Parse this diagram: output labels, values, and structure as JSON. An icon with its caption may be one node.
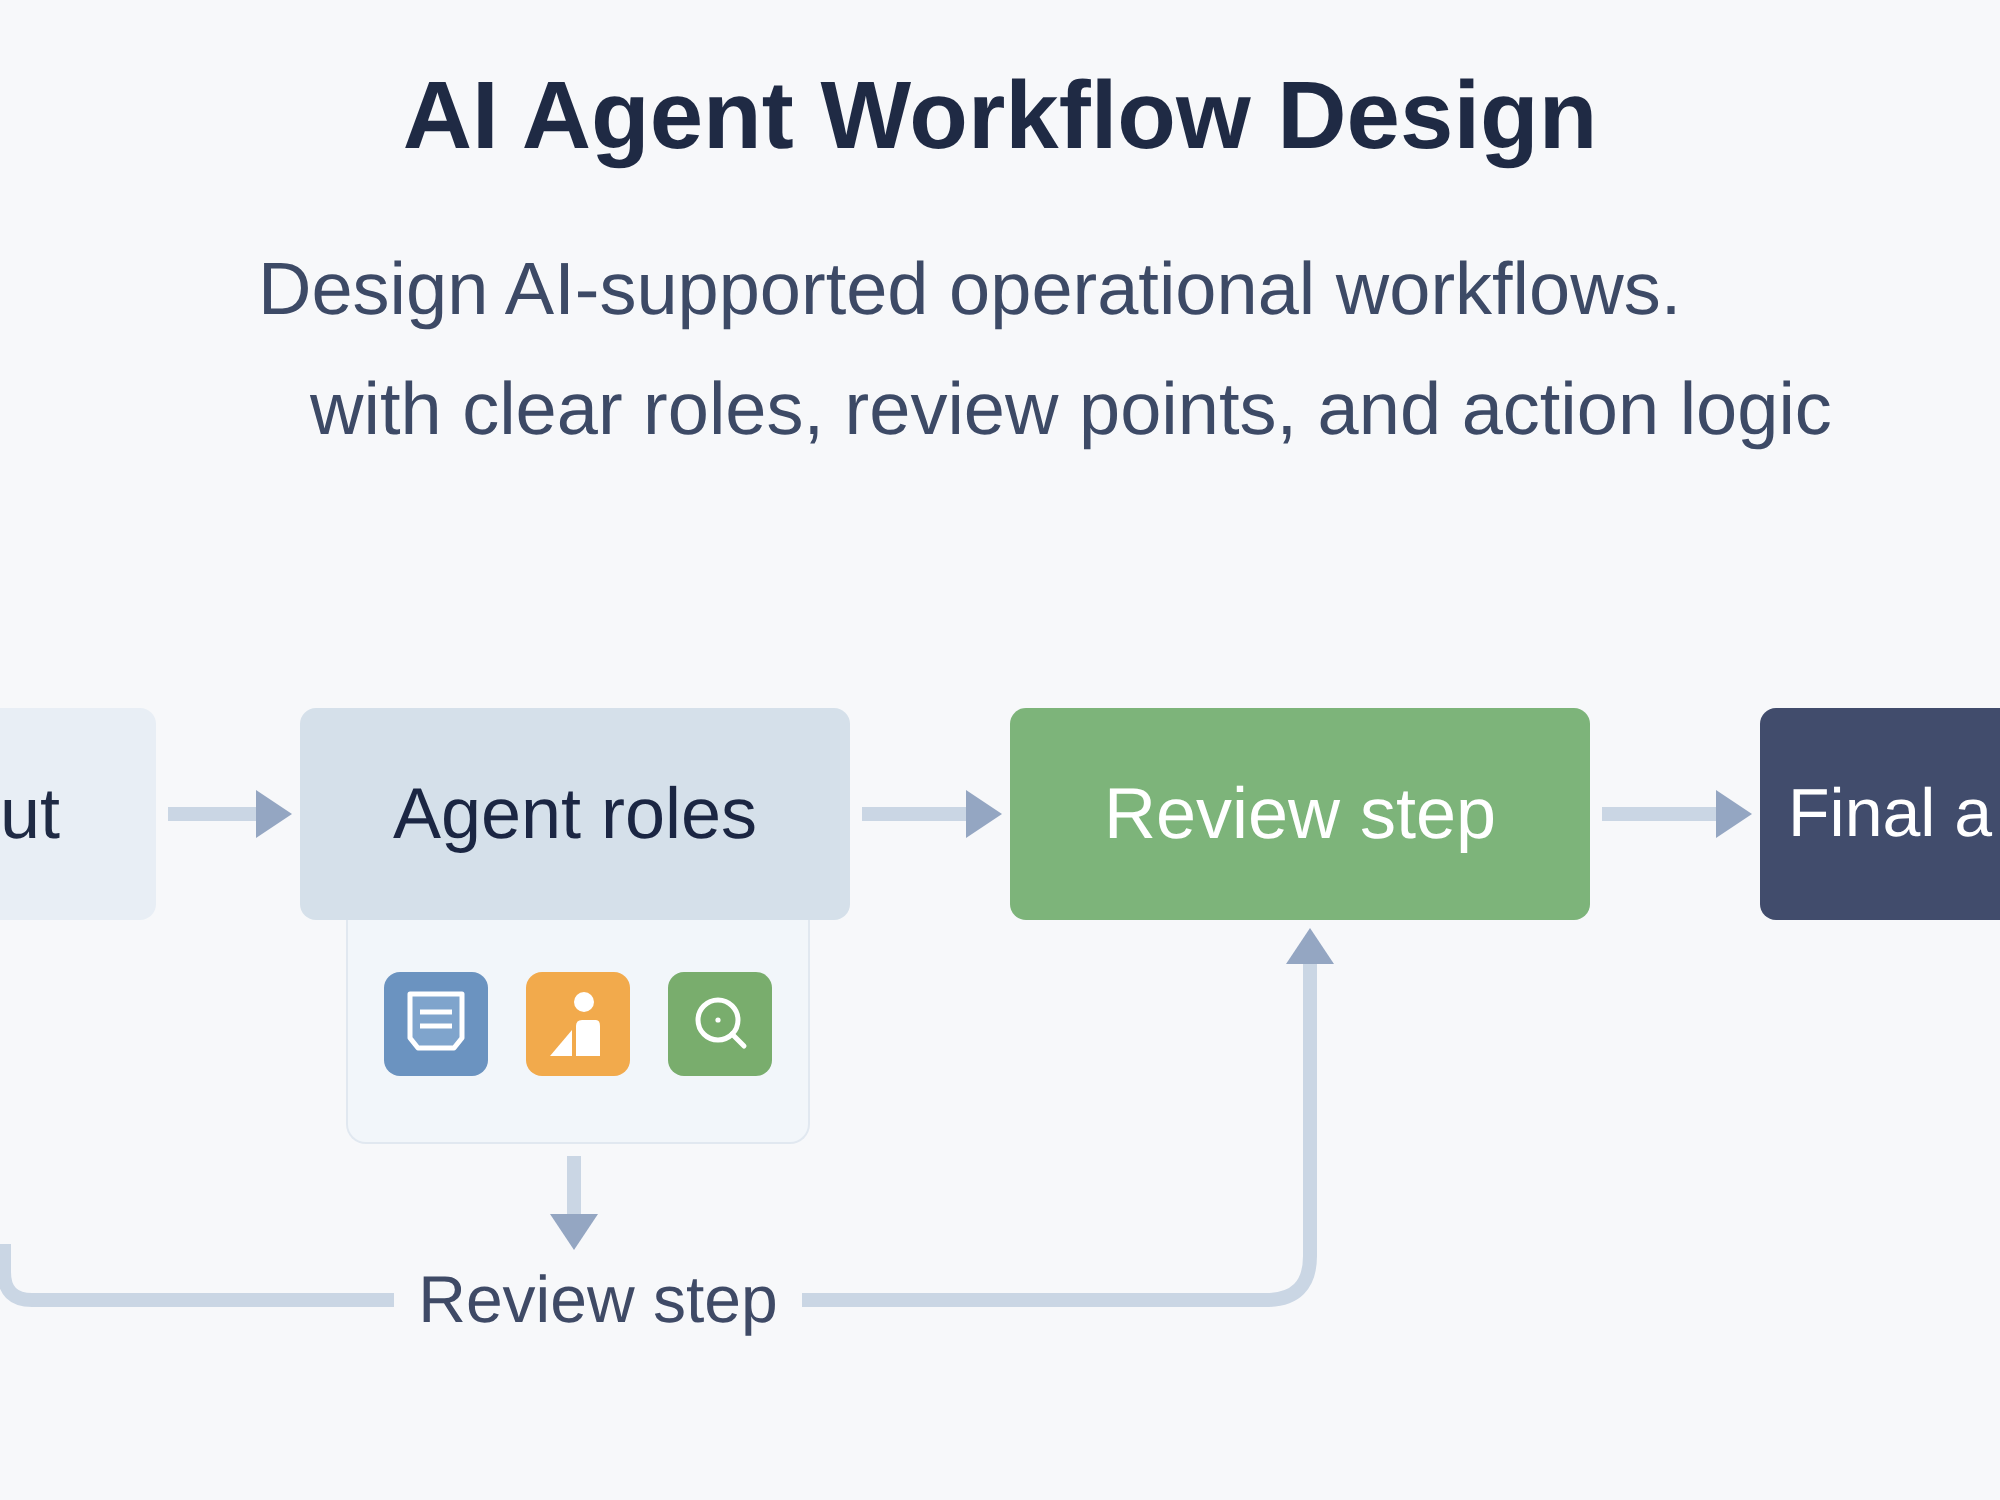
{
  "diagram": {
    "title": "AI Agent Workflow Design",
    "nodes": [
      {
        "text": [
          "ut"
        ]
      },
      {
        "text": [
          "Agent roles"
        ]
      },
      {
        "text": [
          "Review step"
        ]
      },
      {
        "text": [
          "Final a"
        ]
      },
      {
        "text": [],
        "shape": "box"
      },
      {
        "text": [
          "Review step"
        ]
      }
    ],
    "edges": [
      {
        "from": 0,
        "to": 1,
        "arrow": "to"
      },
      {
        "from": 1,
        "to": 2,
        "arrow": "to"
      },
      {
        "from": 2,
        "to": 3,
        "arrow": "to"
      },
      {
        "from": 4,
        "to": 5,
        "arrow": "to"
      },
      {
        "from": null,
        "to": 5,
        "arrow": "none"
      },
      {
        "from": 5,
        "to": 2,
        "arrow": "to"
      }
    ],
    "labels": [
      "Design AI-supported operational workflows.",
      "with clear roles, review points, and action logic"
    ]
  }
}
